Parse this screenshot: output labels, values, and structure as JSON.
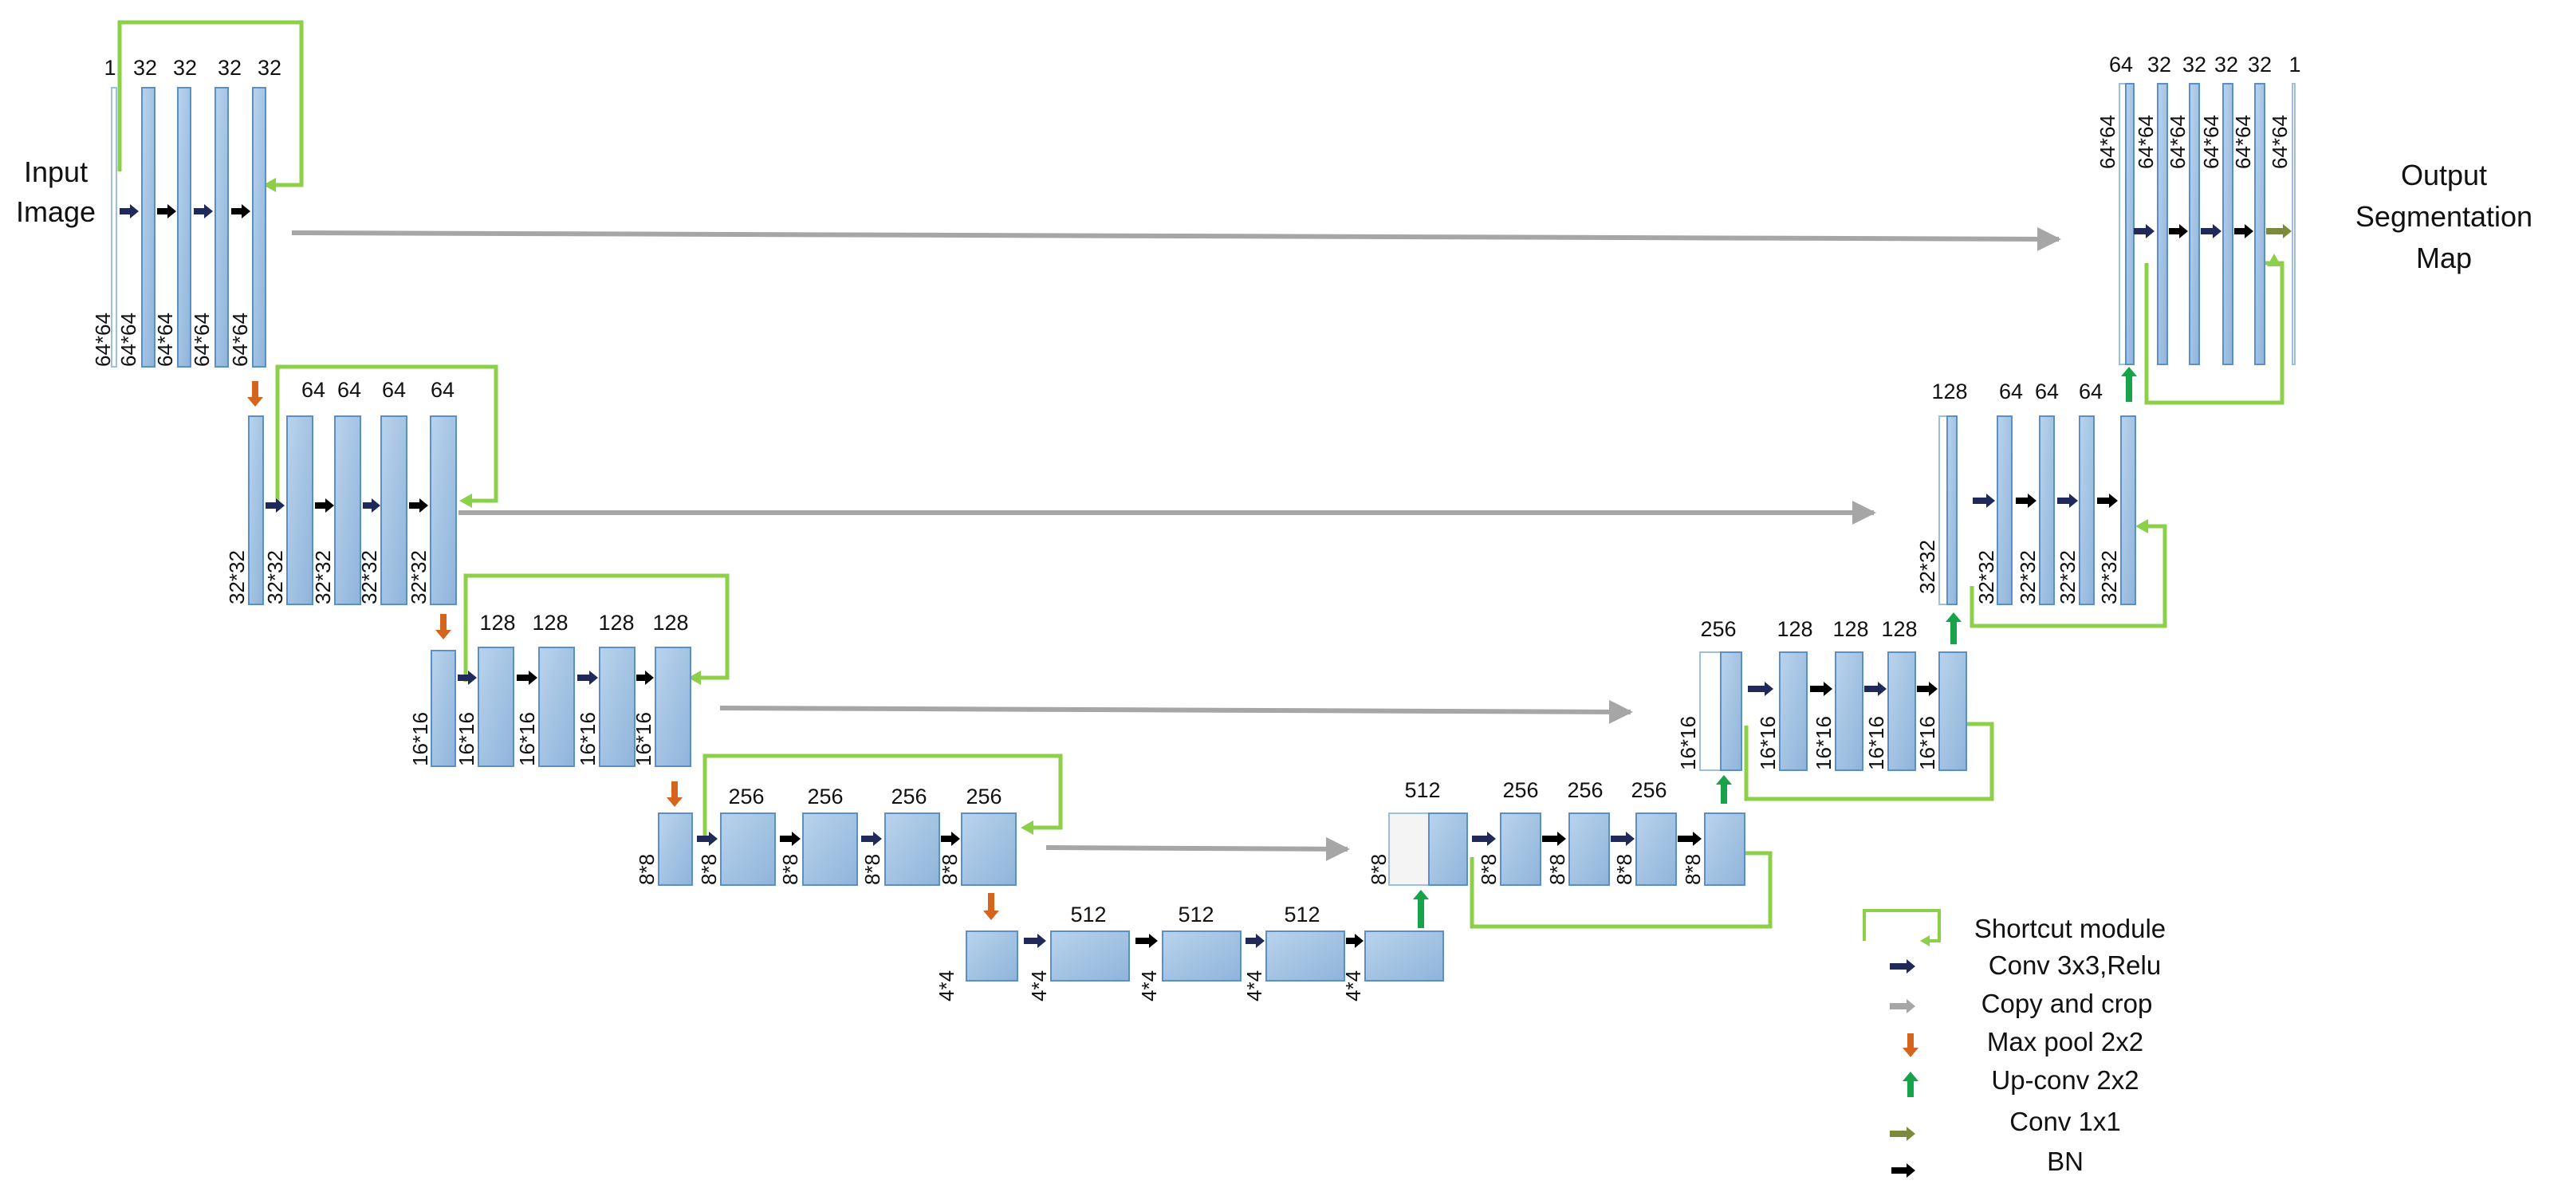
{
  "labels": {
    "input": [
      "Input",
      "Image"
    ],
    "output": [
      "Output",
      "Segmentation",
      "Map"
    ]
  },
  "channels": {
    "enc1": [
      "1",
      "32",
      "32",
      "32",
      "32"
    ],
    "enc2": [
      "64",
      "64",
      "64",
      "64"
    ],
    "enc3": [
      "128",
      "128",
      "128",
      "128"
    ],
    "enc4": [
      "256",
      "256",
      "256",
      "256"
    ],
    "bottom": [
      "512",
      "512",
      "512"
    ],
    "dec4": [
      "512",
      "256",
      "256",
      "256"
    ],
    "dec3": [
      "256",
      "128",
      "128",
      "128"
    ],
    "dec2": [
      "128",
      "64",
      "64",
      "64"
    ],
    "dec1": [
      "64",
      "32",
      "32",
      "32",
      "32",
      "1"
    ]
  },
  "sizes": {
    "l1": "64*64",
    "l2": "32*32",
    "l3": "16*16",
    "l4": "8*8",
    "l5": "4*4"
  },
  "legend": [
    {
      "icon": "shortcut-module-icon",
      "label": "Shortcut module",
      "color": "#8cd04a"
    },
    {
      "icon": "conv-relu-arrow-icon",
      "label": "Conv 3x3,Relu",
      "color": "#1f2a5a"
    },
    {
      "icon": "copy-crop-arrow-icon",
      "label": "Copy and crop",
      "color": "#a6a6a6"
    },
    {
      "icon": "max-pool-arrow-icon",
      "label": "Max pool 2x2",
      "color": "#d5641c"
    },
    {
      "icon": "up-conv-arrow-icon",
      "label": "Up-conv 2x2",
      "color": "#16a34a"
    },
    {
      "icon": "conv1x1-arrow-icon",
      "label": "Conv 1x1",
      "color": "#7d8a3c"
    },
    {
      "icon": "bn-arrow-icon",
      "label": "BN",
      "color": "#000000"
    }
  ],
  "colors": {
    "block_fill": "#9dbfdf",
    "block_stroke": "#5b8fc7",
    "shortcut": "#8cd04a",
    "conv": "#1f2a5a",
    "copy": "#a6a6a6",
    "pool": "#d5641c",
    "upconv": "#16a34a",
    "conv1x1": "#7d8a3c",
    "bn": "#000000"
  }
}
